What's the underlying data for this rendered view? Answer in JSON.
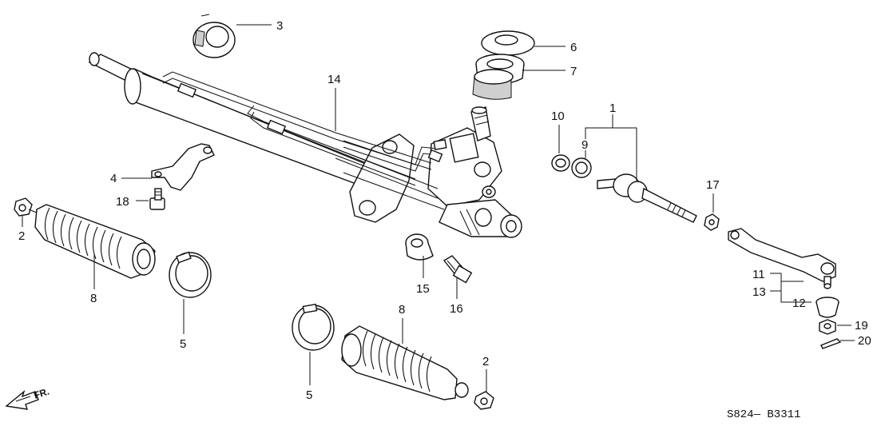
{
  "diagram": {
    "callouts": {
      "c1": "1",
      "c2a": "2",
      "c2b": "2",
      "c3": "3",
      "c4": "4",
      "c5a": "5",
      "c5b": "5",
      "c6": "6",
      "c7": "7",
      "c8a": "8",
      "c8b": "8",
      "c9": "9",
      "c10": "10",
      "c11": "11",
      "c12": "12",
      "c13": "13",
      "c14": "14",
      "c15": "15",
      "c16": "16",
      "c17": "17",
      "c18": "18",
      "c19": "19",
      "c20": "20"
    },
    "direction_label": "FR.",
    "catalog_code": "S824— B3311"
  }
}
